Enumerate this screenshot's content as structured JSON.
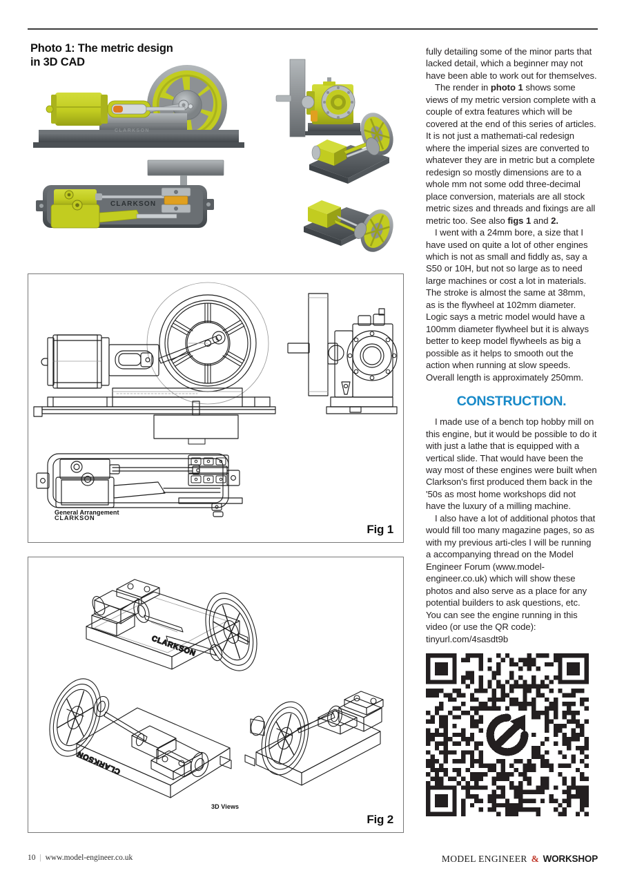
{
  "page": {
    "number": "10",
    "website": "www.model-engineer.co.uk",
    "masthead_main": "MODEL ENGINEER",
    "masthead_amp": "&",
    "masthead_sub": "WORKSHOP",
    "separator": "|"
  },
  "photo": {
    "caption": "Photo 1: The metric design in 3D CAD",
    "engine_label": "CLARKSON",
    "colors": {
      "body_olive": "#c2cc20",
      "body_olive_dark": "#9aa318",
      "metal_grey": "#8d9194",
      "metal_dark": "#5c6165",
      "base_dark": "#54595d"
    }
  },
  "fig1": {
    "label": "Fig 1",
    "subcaption": "General Arrangement",
    "engine_label": "CLARKSON"
  },
  "fig2": {
    "label": "Fig 2",
    "subcaption": "3D Views",
    "engine_label": "CLARKSON"
  },
  "article": {
    "paragraphs": [
      {
        "indent": false,
        "runs": [
          {
            "text": "fully detailing some of the minor parts that lacked detail, which a beginner may not have been able to work out for themselves.",
            "bold": false
          }
        ]
      },
      {
        "indent": true,
        "runs": [
          {
            "text": "The render in ",
            "bold": false
          },
          {
            "text": "photo 1",
            "bold": true
          },
          {
            "text": " shows some views of my metric version complete with a couple of extra features which will be covered at the end of this series of articles. It is not just a mathemati-cal redesign where the imperial sizes are converted to whatever they are in metric but a complete redesign so mostly dimensions are to a whole mm not some odd three-decimal place conversion, materials are all stock metric sizes and threads and fixings are all metric too. See also ",
            "bold": false
          },
          {
            "text": "figs 1",
            "bold": true
          },
          {
            "text": " and ",
            "bold": false
          },
          {
            "text": "2.",
            "bold": true
          }
        ]
      },
      {
        "indent": true,
        "runs": [
          {
            "text": "I went with a 24mm bore, a size that I have used on quite a lot of other engines which is not as small and fiddly as, say a S50 or 10H, but not so large as to need large machines or cost a lot in materials. The stroke is almost the same at 38mm, as is the flywheel at 102mm diameter. Logic says a metric model would have a 100mm diameter flywheel but it is always better to keep model flywheels as big a possible as it helps to smooth out the action when running at slow speeds. Overall length is approximately 250mm.",
            "bold": false
          }
        ]
      }
    ],
    "section_heading": "CONSTRUCTION.",
    "paragraphs_after": [
      {
        "indent": true,
        "runs": [
          {
            "text": "I made use of a bench top hobby mill on this engine, but it would be possible to do it with just a lathe that is equipped with a vertical slide. That would have been the way most of these engines were built when Clarkson's first produced them back in the '50s as most home workshops did not have the luxury of a milling machine.",
            "bold": false
          }
        ]
      },
      {
        "indent": true,
        "runs": [
          {
            "text": "I also have a lot of additional photos that would fill too many magazine pages, so as with my previous arti-cles I will be running a accompanying thread on the Model Engineer Forum (www.model-engineer.co.uk) which will show these photos and also serve as a place for any potential builders to ask questions, etc. You can see the engine running in this video (or use the QR code): tinyurl.com/4sasdt9b",
            "bold": false
          }
        ]
      }
    ],
    "heading_color": "#1789c8",
    "video_link": "tinyurl.com/4sasdt9b",
    "forum_url": "www.model-engineer.co.uk"
  },
  "qr": {
    "alt": "QR code linking to engine running video",
    "center_logo": "circular-arrow-logo",
    "dark": "#231f20",
    "light": "#ffffff"
  }
}
